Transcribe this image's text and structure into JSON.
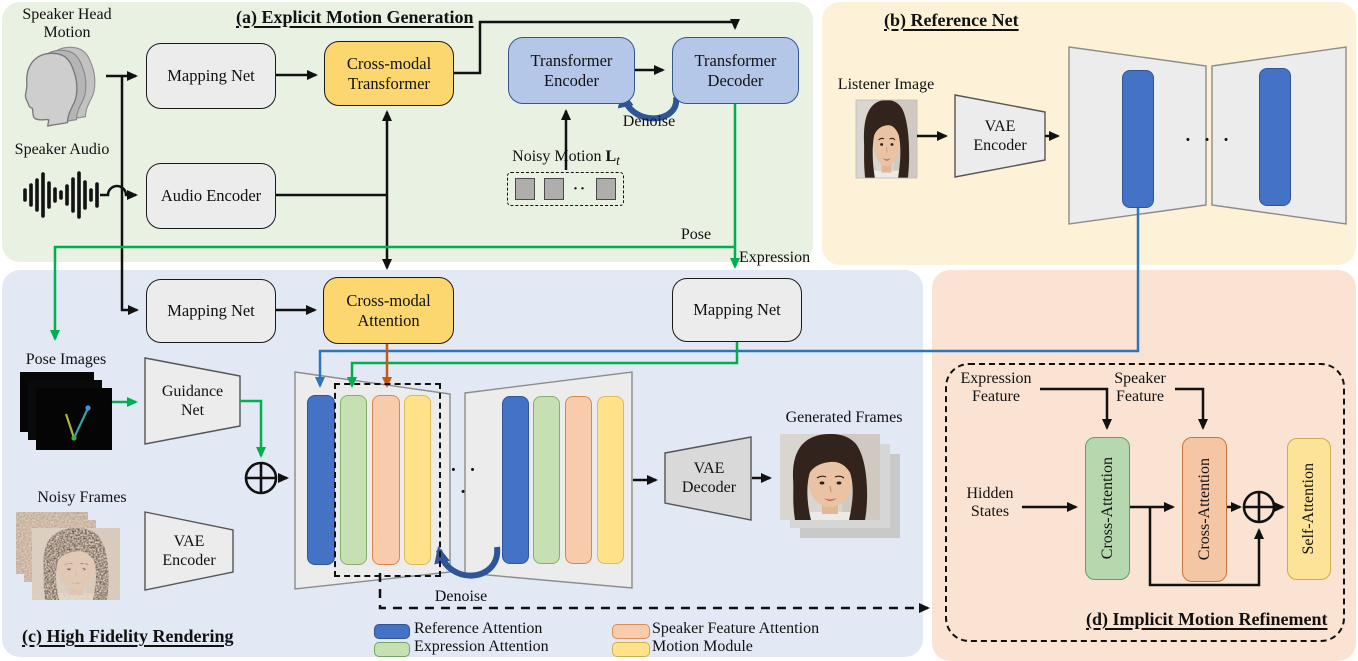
{
  "figure": {
    "panel_a_title": "(a) Explicit Motion Generation",
    "panel_b_title": "(b) Reference Net",
    "panel_c_title": "(c) High Fidelity Rendering",
    "panel_d_title": "(d) Implicit Motion Refinement",
    "dots": "· · ·"
  },
  "panel_a": {
    "speaker_head_motion_line1": "Speaker Head",
    "speaker_head_motion_line2": "Motion",
    "mapping_net": "Mapping Net",
    "speaker_audio": "Speaker Audio",
    "audio_encoder": "Audio Encoder",
    "cross_modal_transformer_line1": "Cross-modal",
    "cross_modal_transformer_line2": "Transformer",
    "transformer_encoder_line1": "Transformer",
    "transformer_encoder_line2": "Encoder",
    "transformer_decoder_line1": "Transformer",
    "transformer_decoder_line2": "Decoder",
    "denoise": "Denoise",
    "noisy_motion_prefix": "Noisy Motion ",
    "noisy_motion_symbol": "L",
    "noisy_motion_subscript": "t",
    "noisy_motion_dots": "··",
    "pose": "Pose",
    "expression": "Expression"
  },
  "panel_b": {
    "listener_image": "Listener Image",
    "vae_encoder_line1": "VAE",
    "vae_encoder_line2": "Encoder"
  },
  "panel_c": {
    "mapping_net_left": "Mapping Net",
    "cross_modal_attention_line1": "Cross-modal",
    "cross_modal_attention_line2": "Attention",
    "mapping_net_right": "Mapping Net",
    "pose_images": "Pose Images",
    "guidance_net_line1": "Guidance",
    "guidance_net_line2": "Net",
    "noisy_frames": "Noisy Frames",
    "vae_encoder_line1": "VAE",
    "vae_encoder_line2": "Encoder",
    "denoise": "Denoise",
    "vae_decoder_line1": "VAE",
    "vae_decoder_line2": "Decoder",
    "generated_frames": "Generated Frames"
  },
  "panel_d": {
    "expression_feature_line1": "Expression",
    "expression_feature_line2": "Feature",
    "speaker_feature_line1": "Speaker",
    "speaker_feature_line2": "Feature",
    "hidden_states_line1": "Hidden",
    "hidden_states_line2": "States",
    "cross_attention_expression": "Cross-Attention",
    "cross_attention_speaker": "Cross-Attention",
    "self_attention": "Self-Attention"
  },
  "legend": {
    "items": [
      {
        "label": "Reference Attention",
        "color": "#4472c4"
      },
      {
        "label": "Expression Attention",
        "color": "#c6e0b4"
      },
      {
        "label": "Speaker Feature Attention",
        "color": "#f8cbad"
      },
      {
        "label": "Motion Module",
        "color": "#ffe28a"
      }
    ]
  },
  "colors": {
    "panel_a_bg": "#e9f1e3",
    "panel_b_bg": "#fdf2d8",
    "panel_c_bg": "#e3e8f5",
    "panel_d_bg": "#fae3d3",
    "gray_box": "#ececec",
    "yellow_box": "#fcd76f",
    "blue_box": "#b5c7e8",
    "wire_black": "#111111",
    "wire_green": "#00b050",
    "wire_blue": "#2e75b6",
    "wire_orange": "#c55a11",
    "denoise_arrow": "#2f5597"
  }
}
